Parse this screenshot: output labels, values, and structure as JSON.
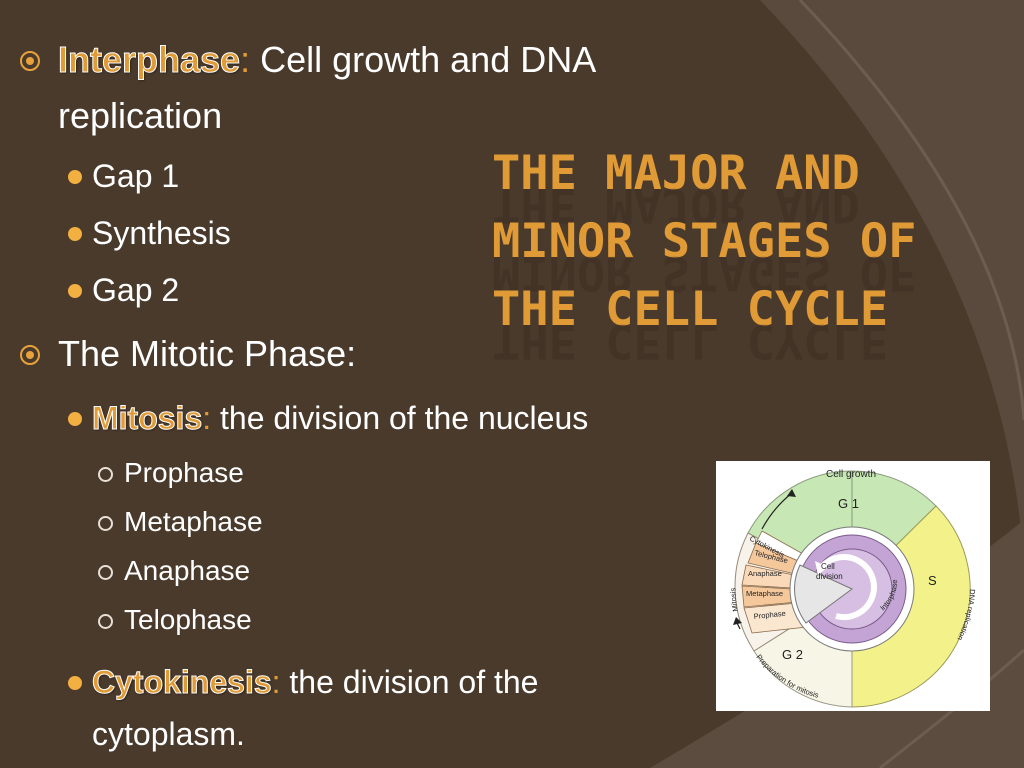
{
  "title": {
    "lines": [
      "The Major and",
      "Minor Stages of",
      "the Cell Cycle"
    ]
  },
  "bullets": {
    "interphase": {
      "term": "Interphase",
      "colon": ":",
      "desc": " Cell growth and DNA",
      "desc2": "replication",
      "items": [
        "Gap 1",
        "Synthesis",
        "Gap 2"
      ]
    },
    "mitotic": {
      "label": "The Mitotic Phase:"
    },
    "mitosis": {
      "term": "Mitosis",
      "colon": ":",
      "desc": " the division of the nucleus",
      "items": [
        "Prophase",
        "Metaphase",
        "Anaphase",
        "Telophase"
      ]
    },
    "cytokinesis": {
      "term": "Cytokinesis",
      "colon": ":",
      "desc": " the division of the",
      "desc2": "cytoplasm."
    }
  },
  "figure": {
    "cell_growth": "Cell growth",
    "g1": "G 1",
    "s": "S",
    "g2": "G 2",
    "dna_replication": "DNA replication",
    "prep_mitosis": "Preparation for mitosis",
    "interphase": "Interphase",
    "cell_division_1": "Cell",
    "cell_division_2": "division",
    "mitosis": "Mitosis",
    "cytokinesis": "Cytokinesis",
    "telophase": "Telophase",
    "anaphase": "Anaphase",
    "metaphase": "Metaphase",
    "prophase": "Prophase"
  },
  "colors": {
    "background": "#4a3a2c",
    "accent": "#e09a36",
    "g1": "#c7e7b4",
    "s": "#f3f28a",
    "g2": "#f6f5e6",
    "mitosis_band": "#f5c89c",
    "inner": "#c3a4d4"
  }
}
